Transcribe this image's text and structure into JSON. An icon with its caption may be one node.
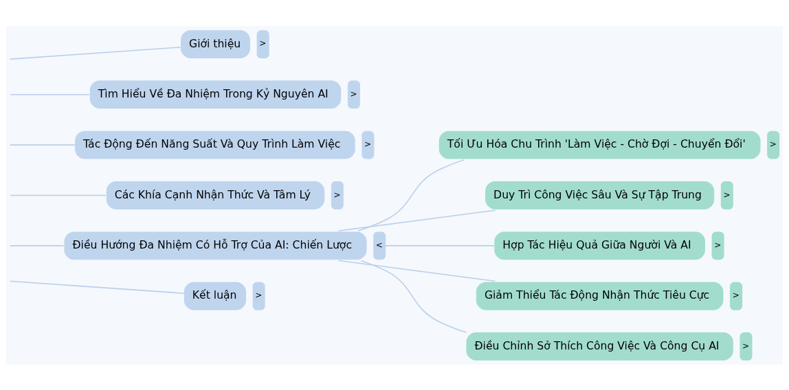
{
  "diagram": {
    "nodes": [
      {
        "text": [
          "Giới thiệu"
        ],
        "beside": [
          ">"
        ]
      },
      {
        "text": [
          "Tìm Hiểu Về Đa Nhiệm Trong Kỷ Nguyên AI"
        ],
        "beside": [
          ">"
        ]
      },
      {
        "text": [
          "Tác Động Đến Năng Suất Và Quy Trình Làm Việc"
        ],
        "beside": [
          ">"
        ]
      },
      {
        "text": [
          "Các Khía Cạnh Nhận Thức Và Tâm Lý"
        ],
        "beside": [
          ">"
        ]
      },
      {
        "text": [
          "Điều Hướng Đa Nhiệm Có Hỗ Trợ Của AI: Chiến Lược"
        ],
        "beside": [
          "<"
        ]
      },
      {
        "text": [
          "Kết luận"
        ],
        "beside": [
          ">"
        ]
      },
      {
        "text": [
          "Tối Ưu Hóa Chu Trình 'Làm Việc - Chờ Đợi - Chuyển Đổi'"
        ],
        "beside": [
          ">"
        ]
      },
      {
        "text": [
          "Duy Trì Công Việc Sâu Và Sự Tập Trung"
        ],
        "beside": [
          ">"
        ]
      },
      {
        "text": [
          "Hợp Tác Hiệu Quả Giữa Người Và AI"
        ],
        "beside": [
          ">"
        ]
      },
      {
        "text": [
          "Giảm Thiểu Tác Động Nhận Thức Tiêu Cực"
        ],
        "beside": [
          ">"
        ]
      },
      {
        "text": [
          "Điều Chỉnh Sở Thích Công Việc Và Công Cụ AI"
        ],
        "beside": [
          ">"
        ]
      }
    ],
    "edges": [
      {
        "from": null,
        "to": 0,
        "arrow": "none"
      },
      {
        "from": null,
        "to": 1,
        "arrow": "none"
      },
      {
        "from": null,
        "to": 2,
        "arrow": "none"
      },
      {
        "from": null,
        "to": 3,
        "arrow": "none"
      },
      {
        "from": null,
        "to": 4,
        "arrow": "none"
      },
      {
        "from": null,
        "to": 5,
        "arrow": "none"
      },
      {
        "from": 4,
        "to": 6,
        "arrow": "none"
      },
      {
        "from": 4,
        "to": 7,
        "arrow": "none"
      },
      {
        "from": 4,
        "to": 8,
        "arrow": "none"
      },
      {
        "from": 4,
        "to": 9,
        "arrow": "none"
      },
      {
        "from": 4,
        "to": 10,
        "arrow": "none"
      }
    ]
  }
}
